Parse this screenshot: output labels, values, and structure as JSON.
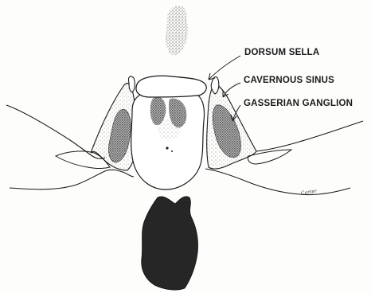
{
  "labels": {
    "dorsum_sella": "DORSUM SELLA",
    "cavernous_sinus": "CAVERNOUS SINUS",
    "gasserian_ganglion": "GASSERIAN GANGLION"
  },
  "signature": "Carter",
  "colors": {
    "ink": "#1a1a1a",
    "shadow": "#262626",
    "stipple": "#555555",
    "paper": "#fdfdfc"
  }
}
